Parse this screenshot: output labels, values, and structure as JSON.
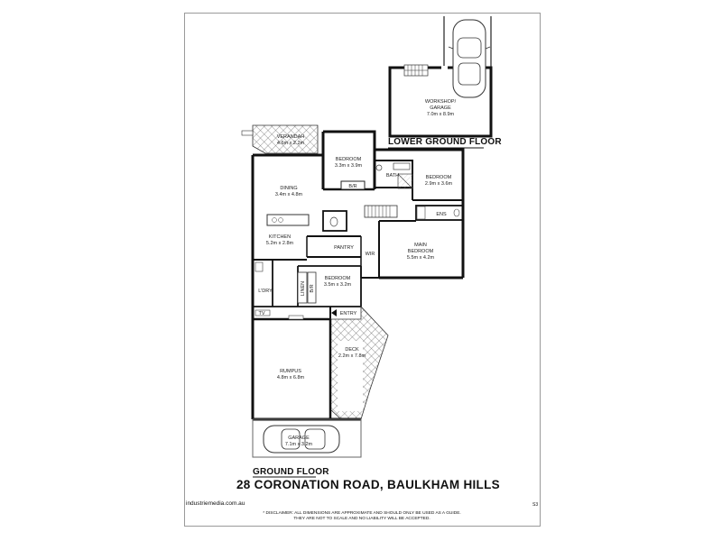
{
  "rooms": {
    "workshop": {
      "name_line1": "WORKSHOP/",
      "name_line2": "GARAGE",
      "size": "7.0m x 8.9m"
    },
    "verandah": {
      "name": "VERANDAH",
      "size": "4.6m x 2.2m"
    },
    "bedroom_top": {
      "name": "BEDROOM",
      "size": "3.3m x 3.9m"
    },
    "bir_top": {
      "name": "B/R"
    },
    "bath": {
      "name": "BATH"
    },
    "bedroom_right": {
      "name": "BEDROOM",
      "size": "2.9m x 3.6m"
    },
    "dining": {
      "name": "DINING",
      "size": "3.4m x 4.8m"
    },
    "ens": {
      "name": "ENS"
    },
    "kitchen": {
      "name": "KITCHEN",
      "size": "5.2m x 2.8m"
    },
    "pantry": {
      "name": "PANTRY"
    },
    "wir": {
      "name": "WIR"
    },
    "main_bedroom": {
      "name_line1": "MAIN",
      "name_line2": "BEDROOM",
      "size": "5.5m x 4.2m"
    },
    "bedroom_mid": {
      "name": "BEDROOM",
      "size": "3.5m x 3.2m"
    },
    "linen": {
      "name": "LINEN"
    },
    "bir_mid": {
      "name": "B/R"
    },
    "laundry": {
      "name": "L'DRY"
    },
    "tv": {
      "name": "TV"
    },
    "entry": {
      "name": "ENTRY"
    },
    "deck": {
      "name": "DECK",
      "size": "2.2m x 7.8m"
    },
    "rumpus": {
      "name": "RUMPUS",
      "size": "4.8m x 6.8m"
    },
    "garage": {
      "name": "GARAGE",
      "size": "7.1m x 3.2m"
    }
  },
  "labels": {
    "lower_ground_floor": "LOWER GROUND FLOOR",
    "ground_floor": "GROUND FLOOR",
    "address": "28 CORONATION ROAD, BAULKHAM HILLS",
    "website": "industriemedia.com.au",
    "page_code": "S3",
    "disclaimer_line1": "* DISCLAIMER: ALL DIMENSIONS ARE APPROXIMATE AND SHOULD ONLY BE USED AS A GUIDE.",
    "disclaimer_line2": "THEY ARE NOT TO SCALE AND NO LIABILITY WILL BE ACCEPTED."
  }
}
